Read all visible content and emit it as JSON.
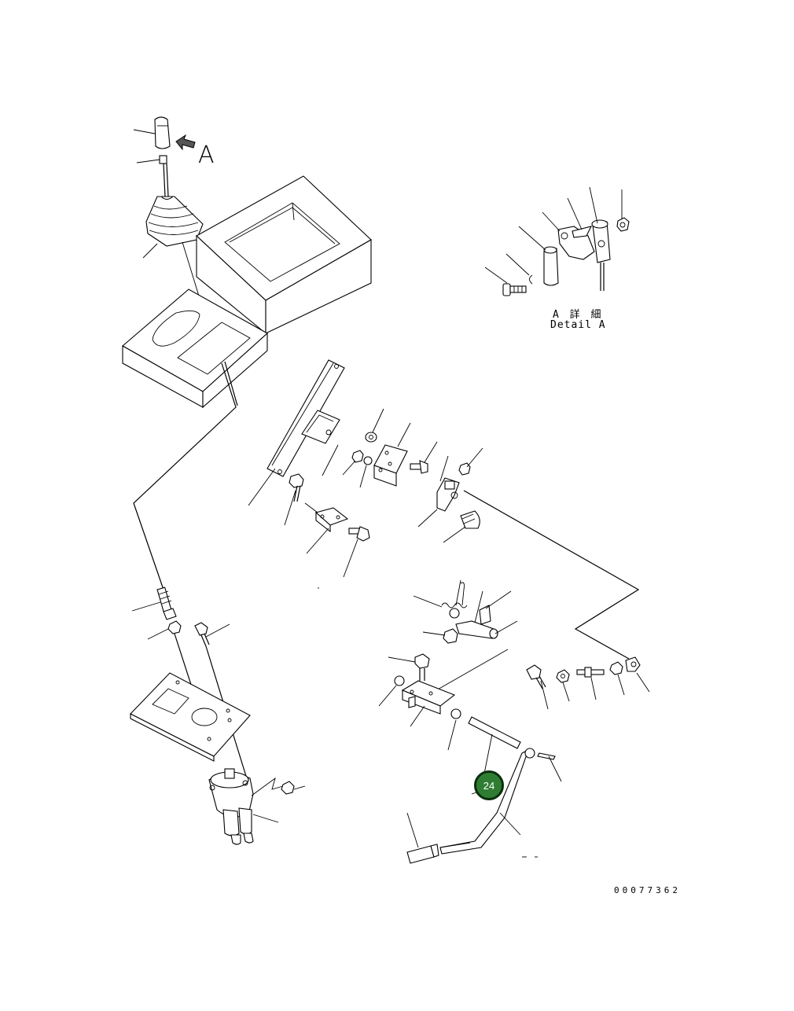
{
  "view_marker": {
    "letter": "A",
    "arrow_icon": "view-arrow-icon"
  },
  "detail": {
    "title_jp": "A 詳 細",
    "title_en": "Detail A"
  },
  "callout": {
    "number": "24",
    "color": "#2e7d32"
  },
  "drawing_number": "00077362"
}
